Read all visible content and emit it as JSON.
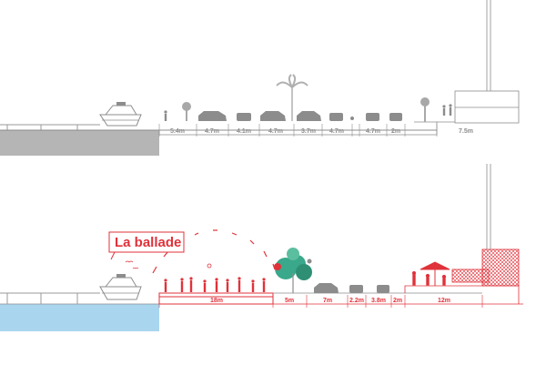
{
  "colors": {
    "existing": "#8c8c8c",
    "proposed": "#e0323a",
    "water": "#a9d6ee",
    "foliage": "#3aa88a",
    "ground": "#b5b5b5"
  },
  "existing_section": {
    "dimensions": [
      "5.4m",
      "4.7m",
      "4.1m",
      "4.7m",
      "3.7m",
      "4.7m",
      "4.7m",
      "2m",
      "7.5m"
    ]
  },
  "proposed_section": {
    "callout": "La ballade",
    "dimensions": [
      "18m",
      "5m",
      "7m",
      "2.2m",
      "3.8m",
      "2m",
      "12m"
    ]
  },
  "icons": [
    "boat-icon",
    "car-icon",
    "palm-tree-icon",
    "pedestrian-icon",
    "tree-icon",
    "umbrella-icon"
  ]
}
